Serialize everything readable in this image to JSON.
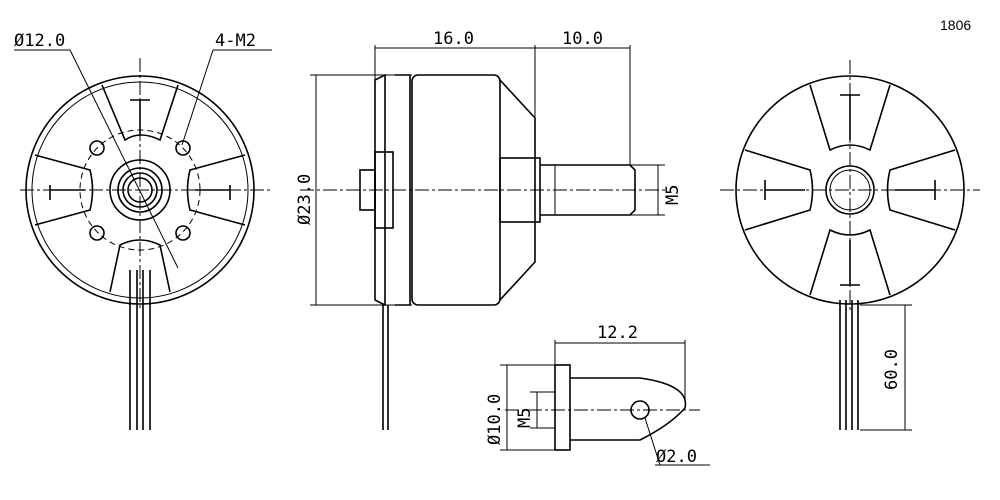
{
  "model": "1806",
  "front_view": {
    "hub_diameter": "Ø12.0",
    "mount_holes": "4-M2"
  },
  "side_view": {
    "motor_length": "16.0",
    "shaft_length": "10.0",
    "motor_diameter": "Ø23.0",
    "shaft_thread": "M5"
  },
  "rear_view": {
    "wire_length": "60.0"
  },
  "prop_adapter": {
    "length": "12.2",
    "diameter": "Ø10.0",
    "thread": "M5",
    "hole_diameter": "Ø2.0"
  }
}
